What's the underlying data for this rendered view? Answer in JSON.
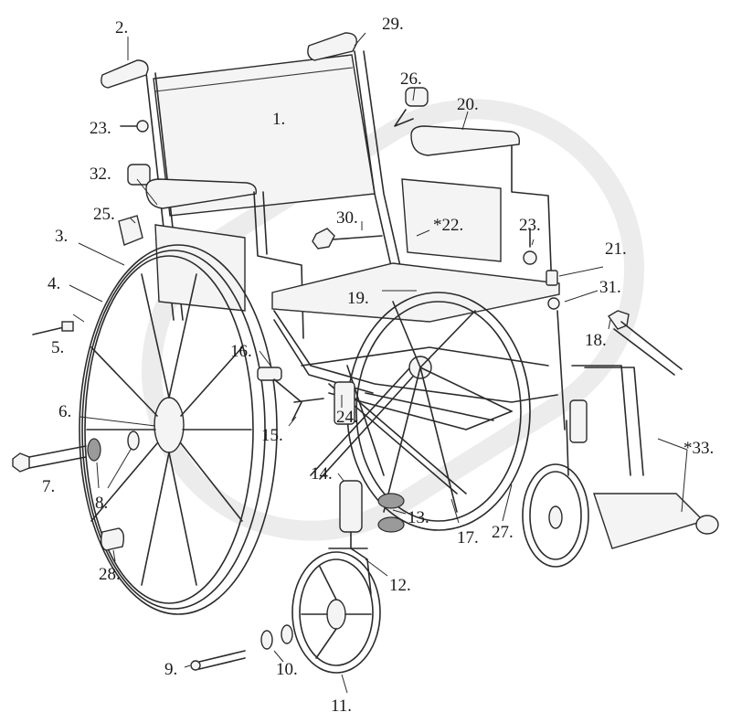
{
  "watermark": "",
  "labels": [
    {
      "id": "l2",
      "text": "2."
    },
    {
      "id": "l29",
      "text": "29."
    },
    {
      "id": "l26",
      "text": "26."
    },
    {
      "id": "l20",
      "text": "20."
    },
    {
      "id": "l23a",
      "text": "23."
    },
    {
      "id": "l1",
      "text": "1."
    },
    {
      "id": "l32",
      "text": "32."
    },
    {
      "id": "l25",
      "text": "25."
    },
    {
      "id": "l30",
      "text": "30."
    },
    {
      "id": "l22",
      "text": "*22."
    },
    {
      "id": "l23b",
      "text": "23."
    },
    {
      "id": "l3",
      "text": "3."
    },
    {
      "id": "l21",
      "text": "21."
    },
    {
      "id": "l4",
      "text": "4."
    },
    {
      "id": "l19",
      "text": "19."
    },
    {
      "id": "l31",
      "text": "31."
    },
    {
      "id": "l5",
      "text": "5."
    },
    {
      "id": "l18",
      "text": "18."
    },
    {
      "id": "l16",
      "text": "16."
    },
    {
      "id": "l6",
      "text": "6."
    },
    {
      "id": "l24",
      "text": "24."
    },
    {
      "id": "l15",
      "text": "15."
    },
    {
      "id": "l33",
      "text": "*33."
    },
    {
      "id": "l7",
      "text": "7."
    },
    {
      "id": "l8",
      "text": "8."
    },
    {
      "id": "l14",
      "text": "14."
    },
    {
      "id": "l13",
      "text": "13."
    },
    {
      "id": "l17",
      "text": "17."
    },
    {
      "id": "l27",
      "text": "27."
    },
    {
      "id": "l28",
      "text": "28."
    },
    {
      "id": "l12",
      "text": "12."
    },
    {
      "id": "l9",
      "text": "9."
    },
    {
      "id": "l10",
      "text": "10."
    },
    {
      "id": "l11",
      "text": "11."
    }
  ]
}
